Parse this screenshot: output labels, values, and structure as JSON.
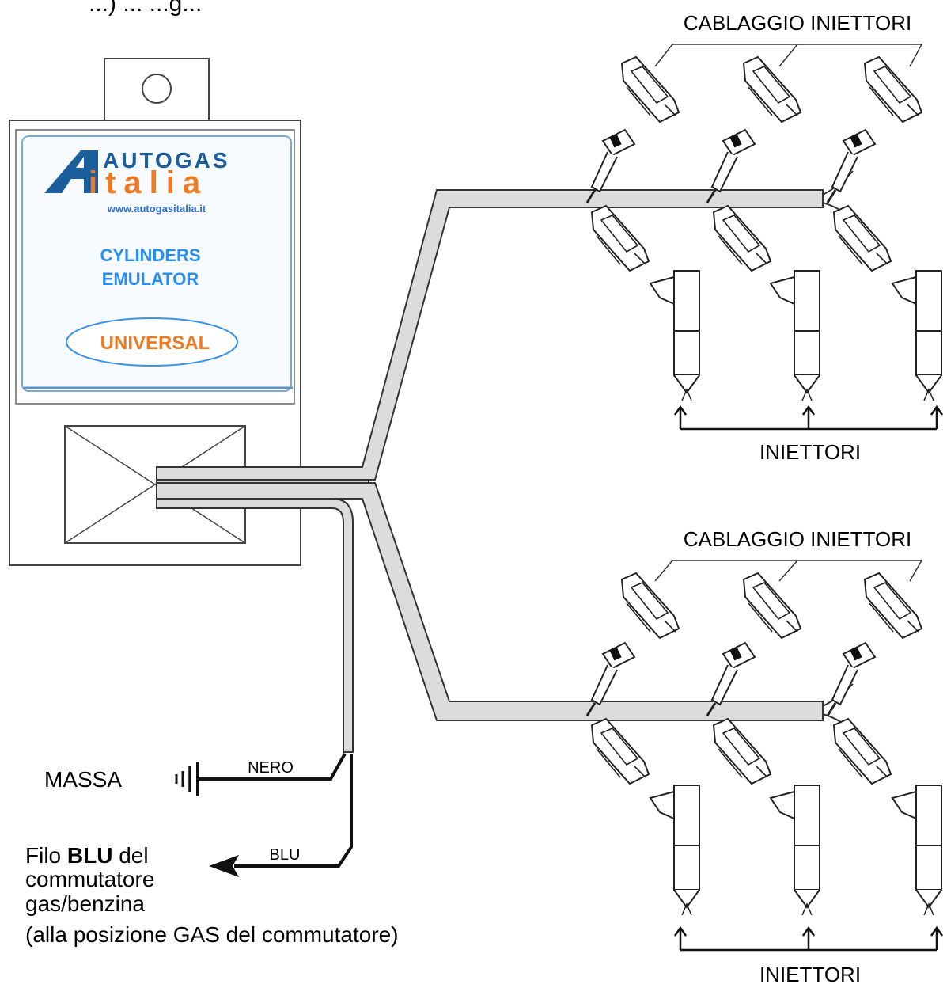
{
  "header_text_partial": "...) ... ...g...",
  "device": {
    "logo_top": "AUTOGAS",
    "logo_bottom": "italia",
    "website": "www.autogasitalia.it",
    "product_line1": "CYLINDERS",
    "product_line2": "EMULATOR",
    "badge": "UNIVERSAL"
  },
  "harness_label_top": "CABLAGGIO INIETTORI",
  "harness_label_bottom": "CABLAGGIO INIETTORI",
  "injectors_label_top": "INIETTORI",
  "injectors_label_bottom": "INIETTORI",
  "ground": {
    "label": "MASSA",
    "wire": "NERO"
  },
  "blue_wire": {
    "wire": "BLU",
    "desc_prefix": "Filo ",
    "desc_bold": "BLU",
    "desc_suffix": " del",
    "desc_line2": "commutatore",
    "desc_line3": "gas/benzina",
    "desc_line4": "(alla posizione GAS del commutatore)"
  },
  "colors": {
    "logo_blue": "#1b5e9c",
    "logo_orange": "#f07a22",
    "product_blue": "#2a8ef0",
    "badge_orange": "#f07a22",
    "cable_fill": "#dcdcdc",
    "panel_bg": "#f7fbff"
  }
}
